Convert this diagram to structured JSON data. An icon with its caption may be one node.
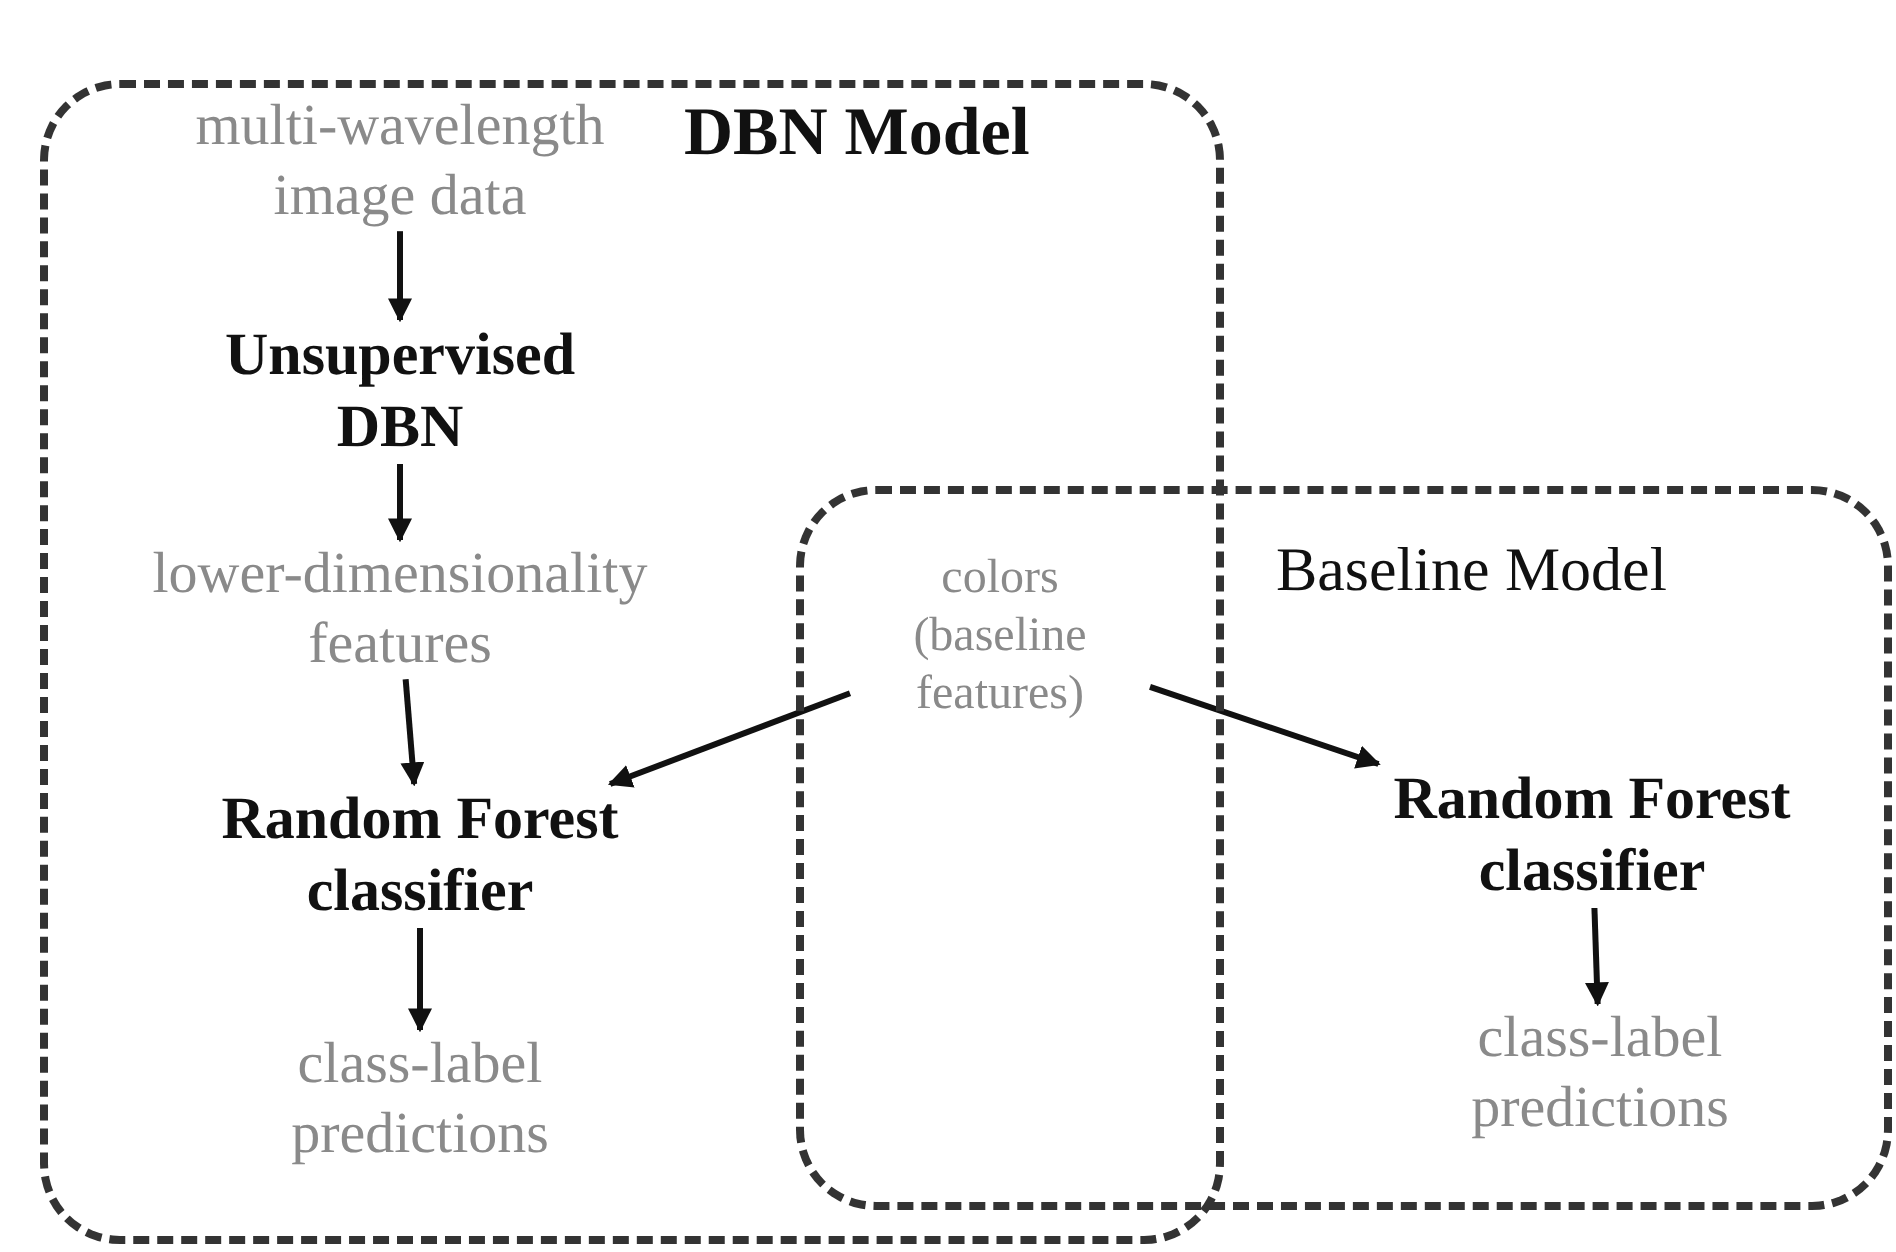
{
  "diagram": {
    "nodes": [
      {
        "text": [
          "DBN Model"
        ]
      },
      {
        "text": [
          "Baseline Model"
        ]
      },
      {
        "text": [
          "multi-wavelength image data"
        ],
        "in": 0
      },
      {
        "text": [
          "Unsupervised DBN"
        ],
        "in": 0
      },
      {
        "text": [
          "lower-dimensionality features"
        ],
        "in": 0
      },
      {
        "text": [
          "Random Forest classifier"
        ],
        "in": 0
      },
      {
        "text": [
          "class-label predictions"
        ],
        "in": 0
      },
      {
        "text": [
          "colors (baseline features)"
        ]
      },
      {
        "text": [
          "Random Forest classifier"
        ],
        "in": 1
      },
      {
        "text": [
          "class-label predictions"
        ],
        "in": 1
      }
    ],
    "edges": [
      {
        "from": 2,
        "to": 3,
        "arrow": "to"
      },
      {
        "from": 3,
        "to": 4,
        "arrow": "to"
      },
      {
        "from": 4,
        "to": 5,
        "arrow": "to"
      },
      {
        "from": 5,
        "to": 6,
        "arrow": "to"
      },
      {
        "from": 7,
        "to": 5,
        "arrow": "to"
      },
      {
        "from": 7,
        "to": 8,
        "arrow": "to"
      },
      {
        "from": 8,
        "to": 9,
        "arrow": "to"
      }
    ]
  }
}
